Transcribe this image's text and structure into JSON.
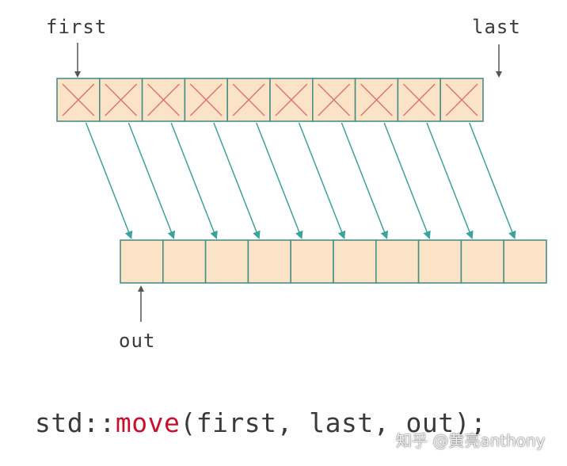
{
  "labels": {
    "first": "first",
    "last": "last",
    "out": "out"
  },
  "source_range": {
    "cell_count": 10,
    "state": "moved-from (crossed out)"
  },
  "dest_range": {
    "cell_count": 10,
    "state": "filled"
  },
  "colors": {
    "cell_fill": "#fbe3c7",
    "cell_border": "#4a8f86",
    "cross": "#e0706a",
    "arrow": "#3aa39a",
    "code_text": "#3a3a3a",
    "keyword": "#c8102e"
  },
  "code": {
    "prefix": "std::",
    "function": "move",
    "args": "(first, last, out);"
  },
  "watermark": "知乎 @黄亮anthony"
}
